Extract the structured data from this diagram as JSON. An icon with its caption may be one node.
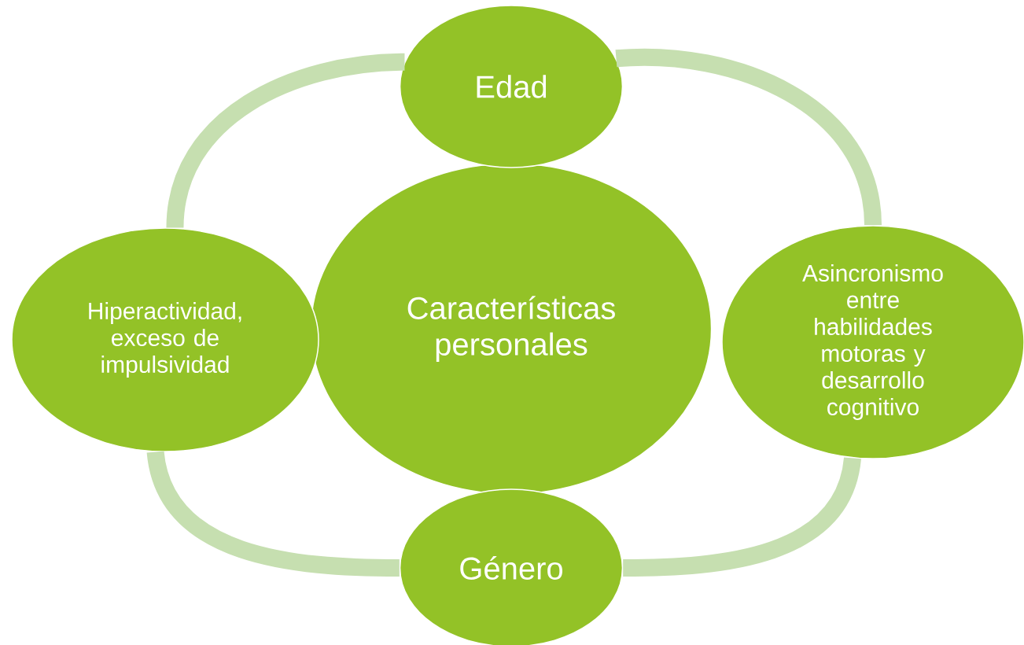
{
  "diagram": {
    "nodes": [
      {
        "text": [
          "Características personales"
        ]
      },
      {
        "text": [
          "Edad"
        ]
      },
      {
        "text": [
          "Asincronismo entre habilidades motoras y desarrollo cognitivo"
        ]
      },
      {
        "text": [
          "Género"
        ]
      },
      {
        "text": [
          "Hiperactividad, exceso de impulsividad"
        ]
      }
    ],
    "edges": [
      {
        "from": 1,
        "to": 2,
        "arrow": "none"
      },
      {
        "from": 2,
        "to": 3,
        "arrow": "none"
      },
      {
        "from": 3,
        "to": 4,
        "arrow": "none"
      },
      {
        "from": 4,
        "to": 1,
        "arrow": "none"
      }
    ]
  }
}
